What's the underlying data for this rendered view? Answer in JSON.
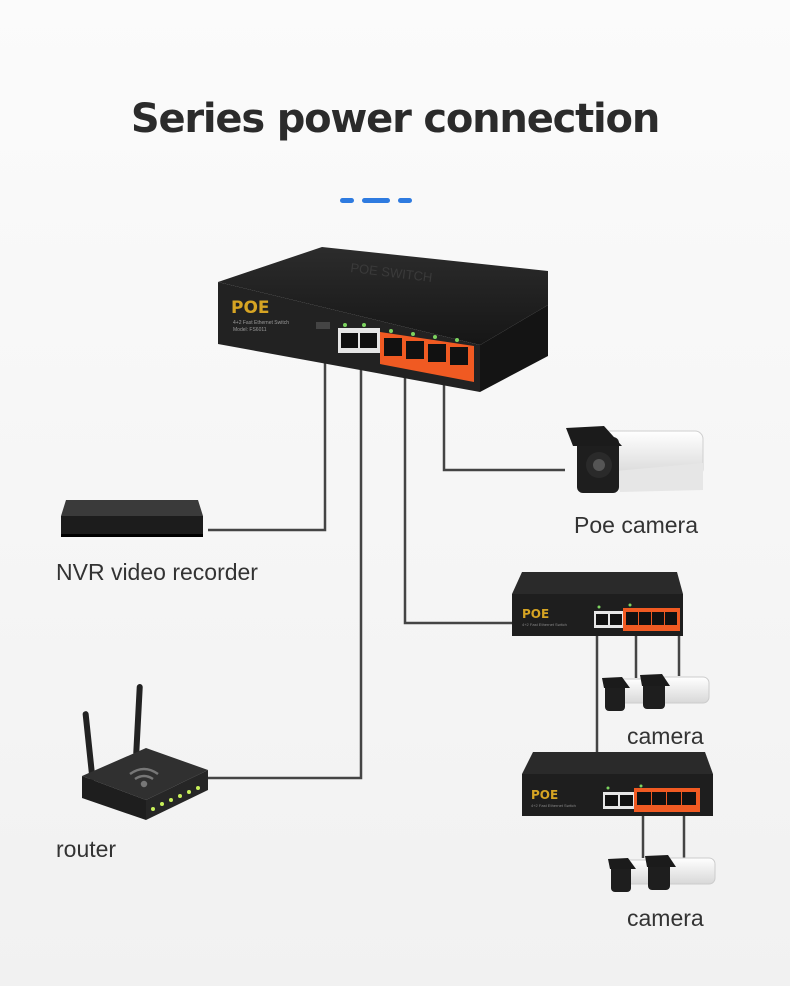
{
  "title": "Series power connection",
  "main_switch": {
    "logo": "POE",
    "top_text": "POE SWITCH",
    "subtitle": "4+2 Fast Ethernet Switch",
    "model": "Model: FS6011"
  },
  "small_switch": {
    "logo": "POE",
    "subtitle": "4+2 Fast Ethernet Switch"
  },
  "labels": {
    "poe_camera": "Poe camera",
    "nvr": "NVR video recorder",
    "camera_1": "camera",
    "router": "router",
    "camera_2": "camera"
  },
  "colors": {
    "accent": "#2e7be0",
    "port_orange": "#f05a22",
    "device_dark": "#1f1f1f",
    "logo_gold": "#d6a423"
  }
}
